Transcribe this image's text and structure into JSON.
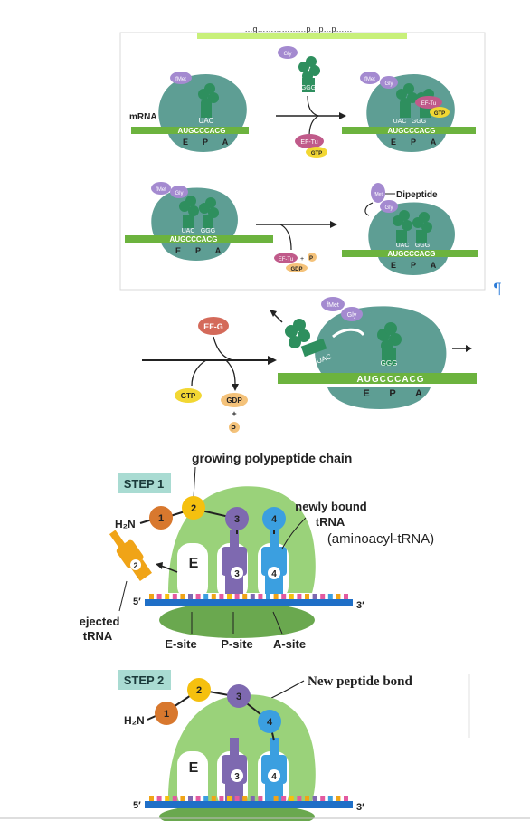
{
  "top": {
    "header_fragment": "…g………………p…p…p……",
    "mrna_label": "mRNA",
    "sites": [
      "E",
      "P",
      "A"
    ],
    "codon_seq": "AUGCCCACG",
    "anticodon_uac": "UAC",
    "anticodon_ggg": "GGG",
    "fmet": "fMet",
    "gly": "Gly",
    "ef_tu": "EF-Tu",
    "gtp": "GTP",
    "gdp": "GDP",
    "pi": "P",
    "pi_sub": "i",
    "plus": "+",
    "dipeptide": "Dipeptide"
  },
  "pilcrow": "¶",
  "translocation": {
    "ef_g": "EF-G",
    "gtp": "GTP",
    "gdp": "GDP",
    "plus": "+",
    "pi": "P",
    "pi_sub": "i",
    "uac": "UAC",
    "ggg": "GGG",
    "codon_seq": "AUGCCCACG",
    "sites": [
      "E",
      "P",
      "A"
    ],
    "fmet": "fMet",
    "gly": "Gly"
  },
  "step1": {
    "badge": "STEP 1",
    "title": "growing polypeptide chain",
    "newly_bound_1": "newly bound",
    "newly_bound_2": "tRNA",
    "newly_bound_3": "(aminoacyl-tRNA)",
    "h2n": "H₂N",
    "ejected_1": "ejected",
    "ejected_2": "tRNA",
    "five_prime": "5′",
    "three_prime": "3′",
    "e_label": "E",
    "e_site": "E-site",
    "p_site": "P-site",
    "a_site": "A-site",
    "aa": [
      "1",
      "2",
      "3",
      "4"
    ]
  },
  "step2": {
    "badge": "STEP 2",
    "title": "New peptide bond",
    "h2n": "H₂N",
    "five_prime": "5′",
    "three_prime": "3′",
    "e_label": "E",
    "aa": [
      "1",
      "2",
      "3",
      "4"
    ]
  },
  "colors": {
    "ribosome": "#5e9e94",
    "mrna": "#6cb33e",
    "trna": "#2e8f5e",
    "fmet": "#a48ad0",
    "ef_tu": "#c05a8a",
    "gtp": "#f2d733",
    "gdp": "#f4c27a",
    "ef_g": "#d46a5a",
    "aa1": "#d8782e",
    "aa2": "#f5c00f",
    "aa3": "#7e69b0",
    "aa4": "#3b9fe0",
    "cartoon_ribosome": "#9ad27a",
    "mrna_blue": "#1f6fc7"
  }
}
